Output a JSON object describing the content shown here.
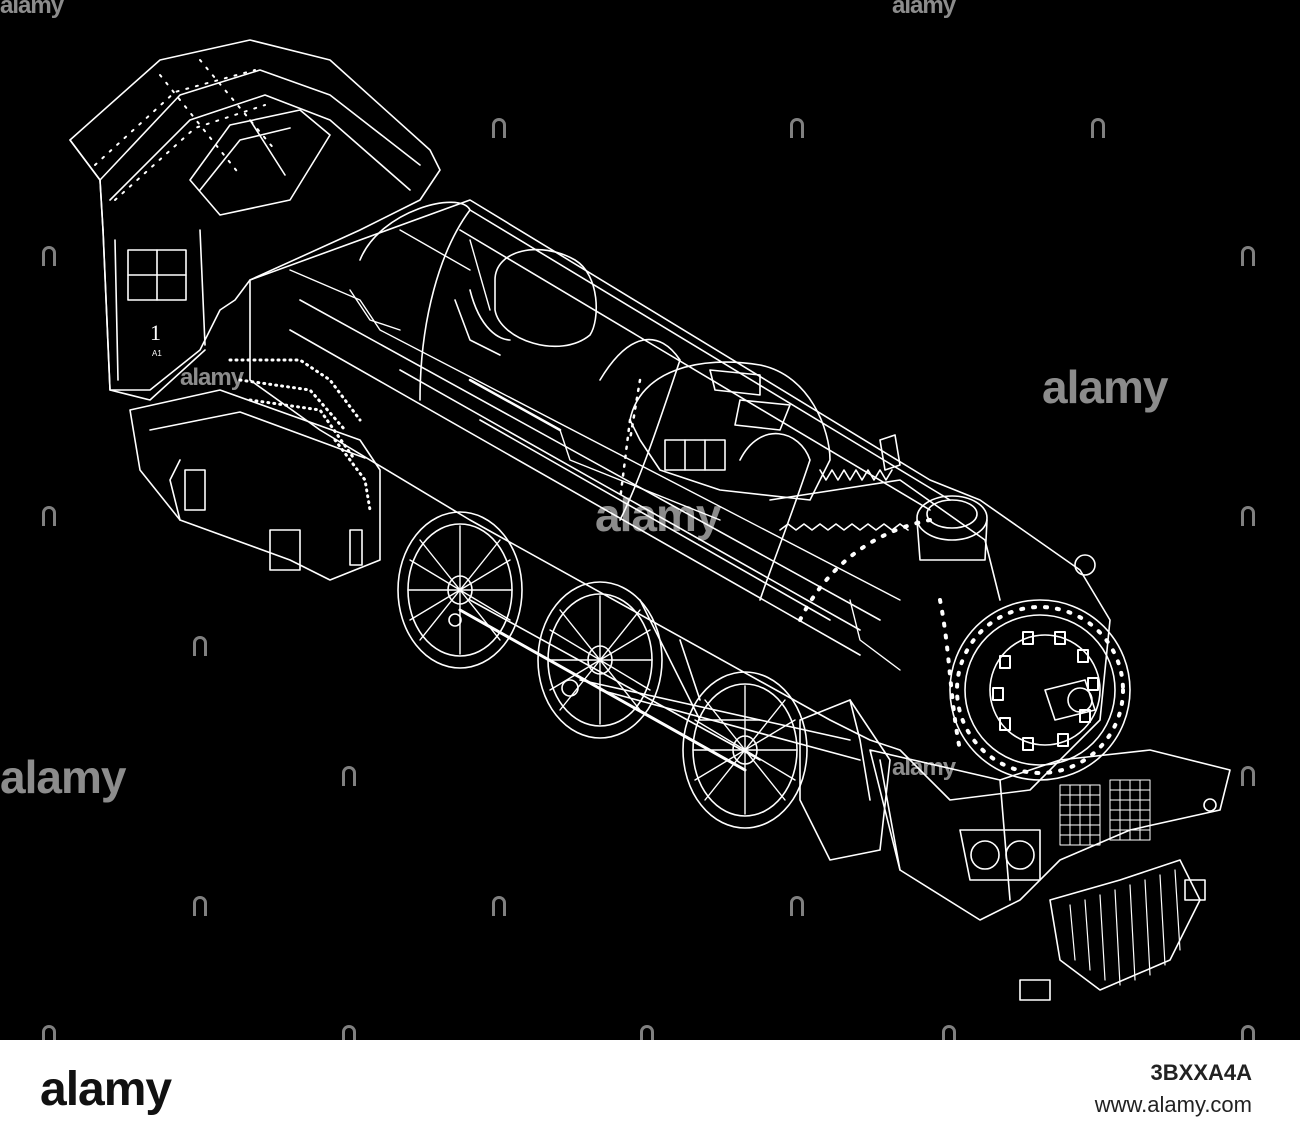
{
  "watermark": {
    "text": "alamy"
  },
  "locomotive": {
    "cab_number": "1",
    "cab_sub_label": "A1"
  },
  "footer": {
    "logo": "alamy",
    "image_id": "3BXXA4A",
    "url": "www.alamy.com"
  },
  "colors": {
    "background": "#000000",
    "line": "#ffffff",
    "footer_bg": "#ffffff"
  }
}
